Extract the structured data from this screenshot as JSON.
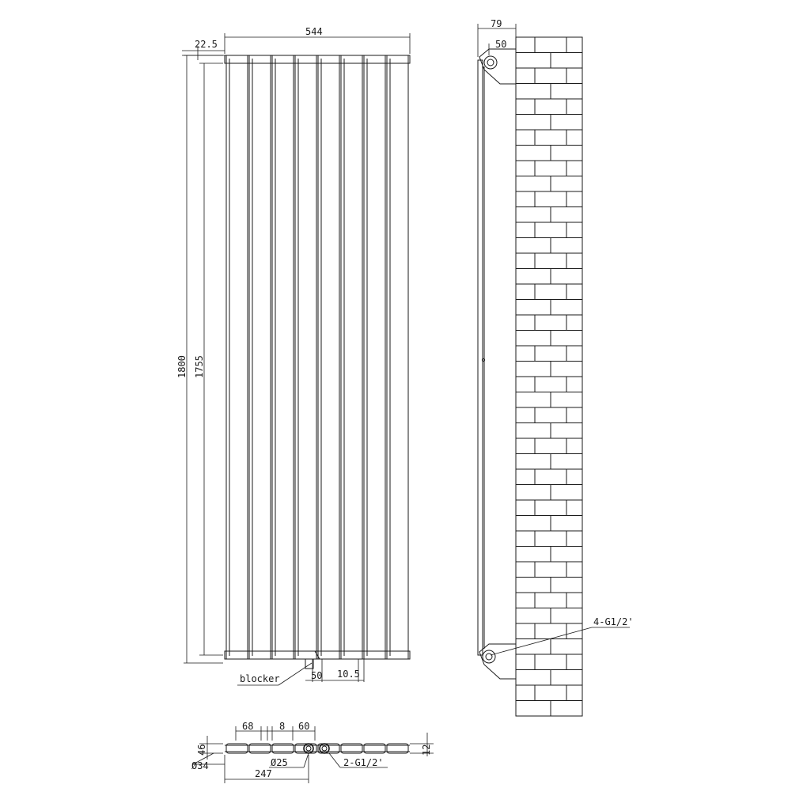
{
  "front_view": {
    "dim_width": "544",
    "dim_margin": "22.5",
    "dim_height_total": "1800",
    "dim_height_inner": "1755",
    "dim_pipe_spacing": "50",
    "dim_offset": "10.5",
    "blocker_label": "blocker"
  },
  "side_view": {
    "dim_depth": "79",
    "dim_wall_offset": "50",
    "connection_label": "4-G1/2'"
  },
  "bottom_view": {
    "dim_column_width": "68",
    "dim_gap": "8",
    "dim_pipe_span": "60",
    "dim_depth": "46",
    "dim_thickness": "12",
    "dim_tube_diameter": "Ø34",
    "dim_pipe_diameter": "Ø25",
    "dim_pipe_offset": "247",
    "connection_label": "2-G1/2'"
  }
}
